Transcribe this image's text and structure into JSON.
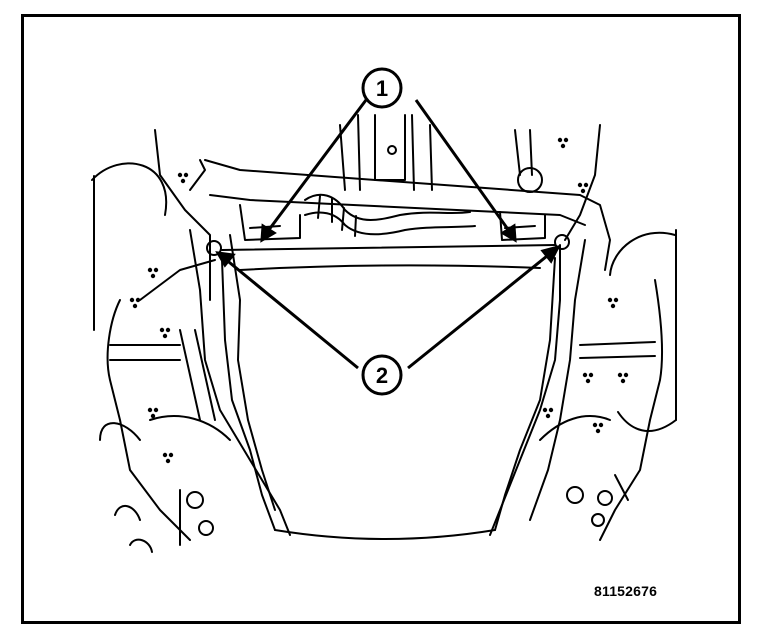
{
  "figure": {
    "id": "81152676",
    "callouts": [
      {
        "number": "1"
      },
      {
        "number": "2"
      }
    ]
  },
  "colors": {
    "ink": "#000000",
    "paper": "#ffffff"
  }
}
